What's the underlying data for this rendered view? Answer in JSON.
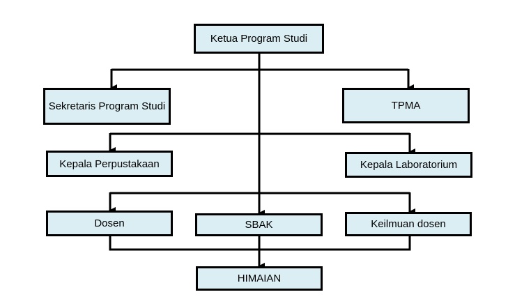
{
  "colors": {
    "box_fill": "#dbeef4",
    "line": "#000000"
  },
  "nodes": {
    "ketua": "Ketua Program Studi",
    "sekretaris": "Sekretaris Program Studi",
    "tpma": "TPMA",
    "kepala_perpustakaan": "Kepala Perpustakaan",
    "kepala_laboratorium": "Kepala Laboratorium",
    "dosen": "Dosen",
    "sbak": "SBAK",
    "keilmuan_dosen": "Keilmuan dosen",
    "himaian": "HIMAIAN"
  }
}
